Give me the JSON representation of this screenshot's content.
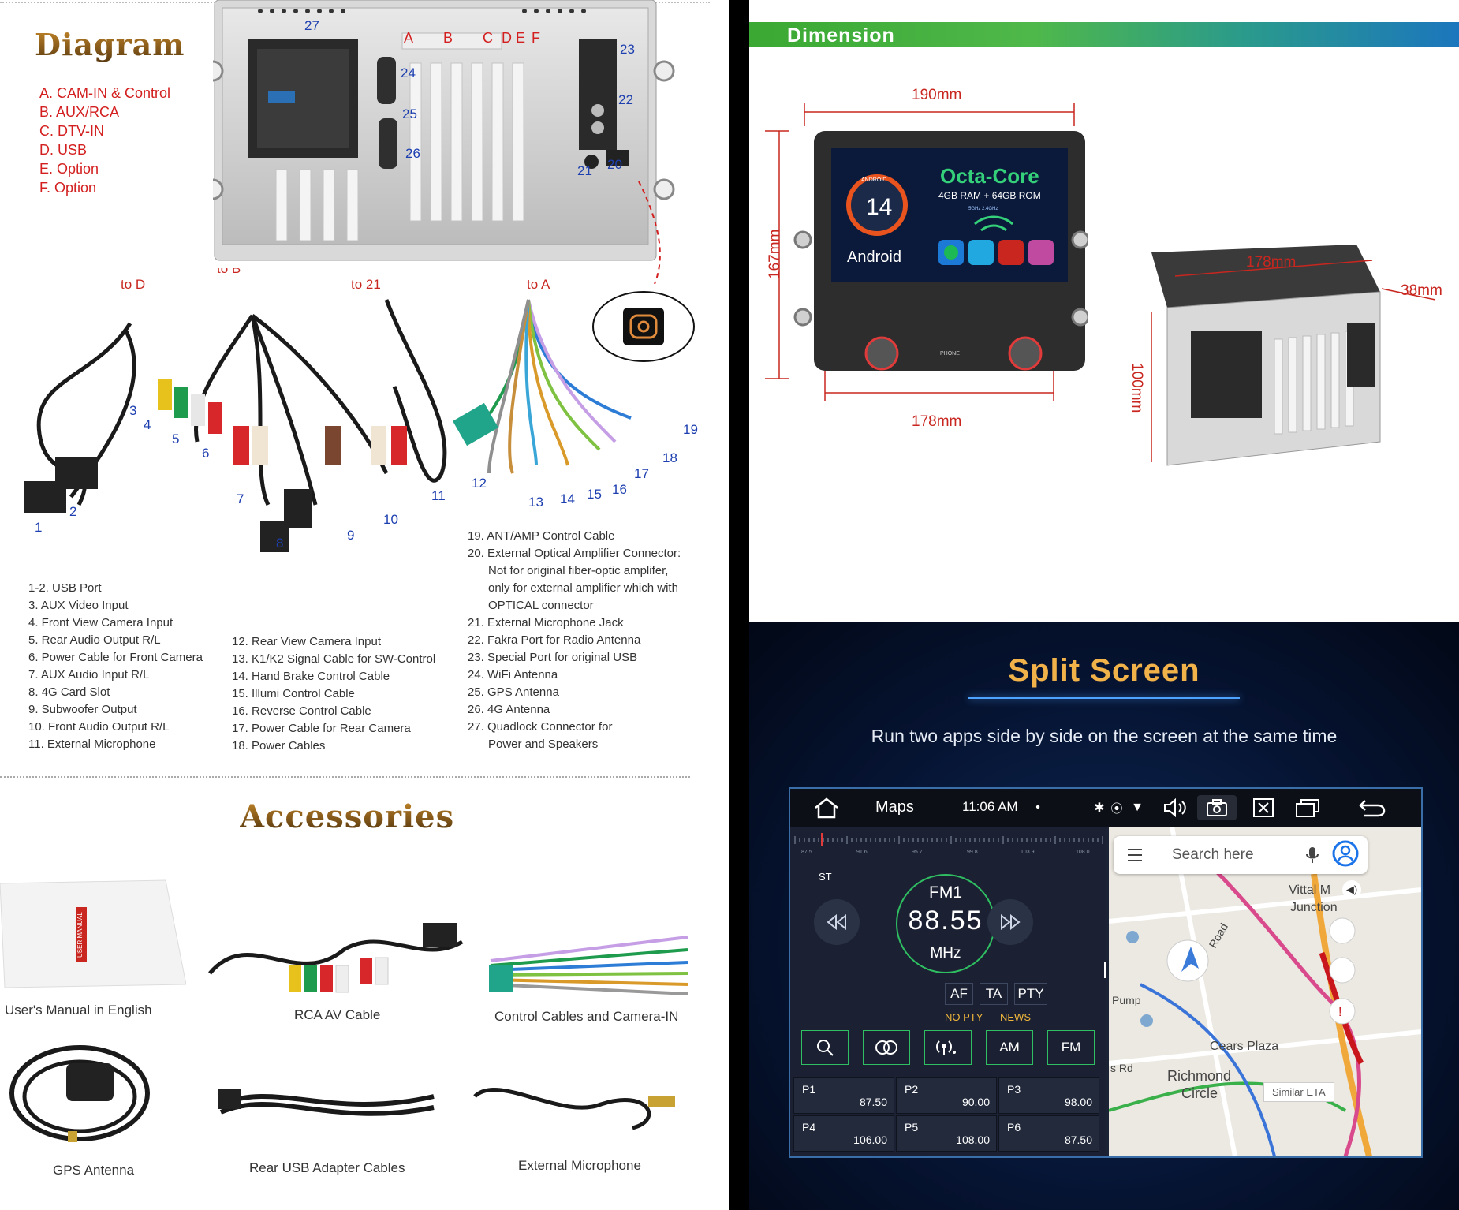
{
  "diagram": {
    "title": "Diagram",
    "connector_legend": [
      "A. CAM-IN & Control",
      "B. AUX/RCA",
      "C. DTV-IN",
      "D. USB",
      "E. Option",
      "F. Option"
    ],
    "rear_letters": [
      "A",
      "B",
      "C",
      "D",
      "E",
      "F"
    ],
    "rear_numbers": [
      "27",
      "24",
      "25",
      "26",
      "23",
      "22",
      "21",
      "20"
    ],
    "to_labels": {
      "to_d": "to D",
      "to_b": "to B",
      "to_21": "to 21",
      "to_a": "to A"
    },
    "cable_numbers": [
      "1",
      "2",
      "3",
      "4",
      "5",
      "6",
      "7",
      "8",
      "9",
      "10",
      "11",
      "12",
      "13",
      "14",
      "15",
      "16",
      "17",
      "18",
      "19"
    ],
    "list_col1": [
      "1-2. USB Port",
      "3. AUX Video Input",
      "4. Front View Camera Input",
      "5. Rear Audio Output R/L",
      "6. Power Cable for Front Camera",
      "7. AUX Audio Input R/L",
      "8. 4G Card Slot",
      "9. Subwoofer Output",
      "10. Front Audio Output R/L",
      "11. External Microphone"
    ],
    "list_col2": [
      "12. Rear View Camera Input",
      "13. K1/K2 Signal Cable for SW-Control",
      "14. Hand Brake Control Cable",
      "15. Illumi Control Cable",
      "16. Reverse Control Cable",
      "17. Power Cable for Rear Camera",
      "18. Power Cables"
    ],
    "list_col3_a": [
      "19. ANT/AMP Control Cable",
      "20. External Optical Amplifier Connector:"
    ],
    "list_col3_a_ind": [
      "Not for original fiber-optic amplifer,",
      "only for external amplifier which with",
      "OPTICAL connector"
    ],
    "list_col3_b": [
      "21. External Microphone Jack",
      "22. Fakra Port for Radio Antenna",
      "23. Special Port for original USB",
      "24. WiFi Antenna",
      "25. GPS Antenna",
      "26. 4G Antenna",
      "27. Quadlock Connector for"
    ],
    "list_col3_b_ind": [
      "Power and Speakers"
    ]
  },
  "accessories": {
    "title": "Accessories",
    "manual_cover_text": "USER MANUAL",
    "items": [
      "User's Manual in English",
      "RCA AV Cable",
      "Control Cables and Camera-IN",
      "GPS Antenna",
      "Rear USB Adapter Cables",
      "External Microphone"
    ]
  },
  "dimension": {
    "title": "Dimension",
    "width_top": "190mm",
    "height_left": "167mm",
    "width_bottom": "178mm",
    "rear_width": "178mm",
    "rear_depth": "38mm",
    "rear_height": "100mm",
    "screen": {
      "headline": "Octa-Core",
      "memory": "4GB RAM + 64GB ROM",
      "android_version": "14",
      "android_badge": "ANDROID",
      "android_label": "Android",
      "wifi_note": "5GHz   2.4GHz",
      "phone_label": "PHONE"
    }
  },
  "split": {
    "title": "Split Screen",
    "subtitle": "Run two apps side by side on the screen at the same time",
    "statusbar": {
      "app": "Maps",
      "time": "11:06 AM",
      "dot": "•"
    },
    "radio": {
      "scale_ticks": [
        "87.5",
        "91.6",
        "95.7",
        "99.8",
        "103.9",
        "108.0"
      ],
      "st": "ST",
      "band": "FM1",
      "frequency": "88.55",
      "unit": "MHz",
      "tags": [
        "AF",
        "TA",
        "PTY"
      ],
      "tag_subs": [
        "NO PTY",
        "NEWS"
      ],
      "buttons": {
        "am": "AM",
        "fm": "FM"
      },
      "presets": [
        {
          "name": "P1",
          "value": "87.50"
        },
        {
          "name": "P2",
          "value": "90.00"
        },
        {
          "name": "P3",
          "value": "98.00"
        },
        {
          "name": "P4",
          "value": "106.00"
        },
        {
          "name": "P5",
          "value": "108.00"
        },
        {
          "name": "P6",
          "value": "87.50"
        }
      ]
    },
    "map": {
      "search_placeholder": "Search here",
      "labels": {
        "vittal": "Vittal M",
        "junction": "Junction",
        "road": "Road",
        "cears": "Cears Plaza",
        "richmond": "Richmond",
        "circle": "Circle",
        "srd": "s Rd",
        "pump": "Pump"
      },
      "similar_eta": "Similar ETA"
    }
  },
  "colors": {
    "legend_red": "#d31f1f",
    "number_blue": "#1d3fb0",
    "title_gold": "#f2b24a",
    "radio_green": "#2fbf62",
    "tag_yellow": "#f0b63b"
  }
}
